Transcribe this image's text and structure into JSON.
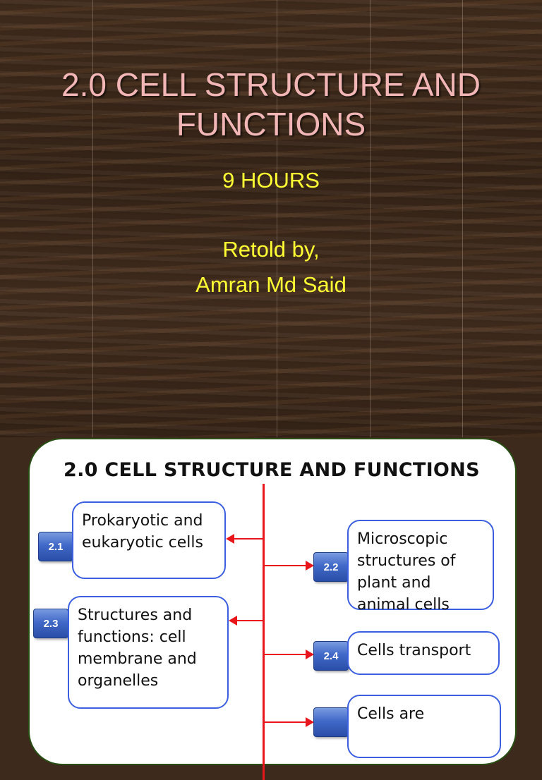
{
  "slide1": {
    "title": "2.0 CELL STRUCTURE AND FUNCTIONS",
    "duration": "9 HOURS",
    "retold_label": "Retold by,",
    "author": "Amran Md Said"
  },
  "slide2": {
    "title": "2.0 CELL STRUCTURE AND FUNCTIONS",
    "topics": [
      {
        "number": "2.1",
        "text": "Prokaryotic and eukaryotic cells"
      },
      {
        "number": "2.2",
        "text": "Microscopic structures of plant and animal cells"
      },
      {
        "number": "2.3",
        "text": "Structures and functions: cell membrane and organelles"
      },
      {
        "number": "2.4",
        "text": "Cells transport"
      },
      {
        "number": "",
        "text": "Cells are"
      }
    ]
  },
  "colors": {
    "title_pink": "#f2b6b6",
    "subtitle_yellow": "#ffff33",
    "connector_red": "#e8151b",
    "box_border_blue": "#3b5fe0",
    "badge_blue": "#4169c8"
  }
}
